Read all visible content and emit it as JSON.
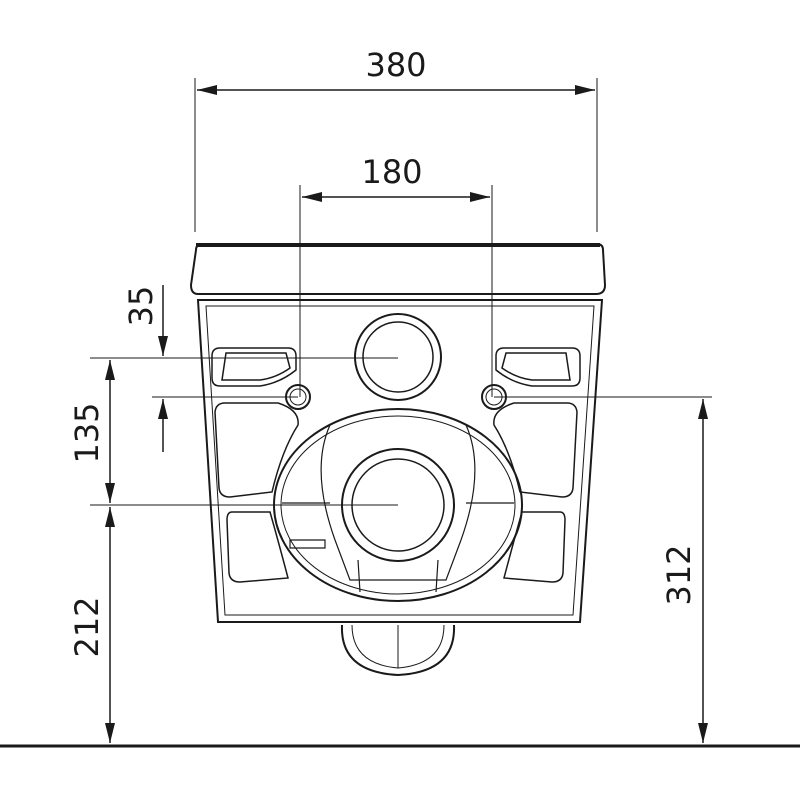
{
  "drawing": {
    "dimensions": {
      "overall_width": "380",
      "hole_spacing": "180",
      "hole_below_top_center": "35",
      "outlet_to_holes": "135",
      "outlet_height": "212",
      "hole_height": "312"
    },
    "colors": {
      "line": "#1a1a1a",
      "background": "#ffffff"
    }
  }
}
